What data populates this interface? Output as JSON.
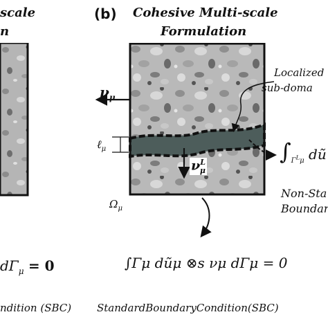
{
  "left_panel": {
    "title_line1": "scale",
    "title_line2": "n",
    "equation_fragment": "dΓ",
    "equation_sub": "μ",
    "equation_rhs": "= 0",
    "caption": "ndition (SBC)"
  },
  "right_panel": {
    "label": "(b)",
    "title_line1": "Cohesive Multi-scale",
    "title_line2": "Formulation",
    "nu_mu": "ν",
    "nu_mu_sub": "μ",
    "localized_line1": "Localized",
    "localized_line2": "sub-doma",
    "ell_mu": "ℓ",
    "ell_sub": "μ",
    "nu_L": "ν",
    "nu_L_sup": "L",
    "nu_L_sub": "μ",
    "omega": "Ω",
    "omega_sub": "μ",
    "integral_right": "∫",
    "integral_right_sub": "Γ",
    "integral_right_sup": "L",
    "integral_right_sub2": "μ",
    "integral_right_tail": "dũ",
    "nonsta_line1": "Non-Sta",
    "nonsta_line2": "Boundar",
    "sbc_equation": "∫Γμ dũμ ⊗s νμ dΓμ = 0",
    "sbc_caption": "StandardBoundaryCondition(SBC)"
  },
  "colors": {
    "band_fill": "#4d5d5b",
    "band_border": "#111111",
    "specimen_base": "#b9b9b9",
    "frame": "#111111"
  }
}
